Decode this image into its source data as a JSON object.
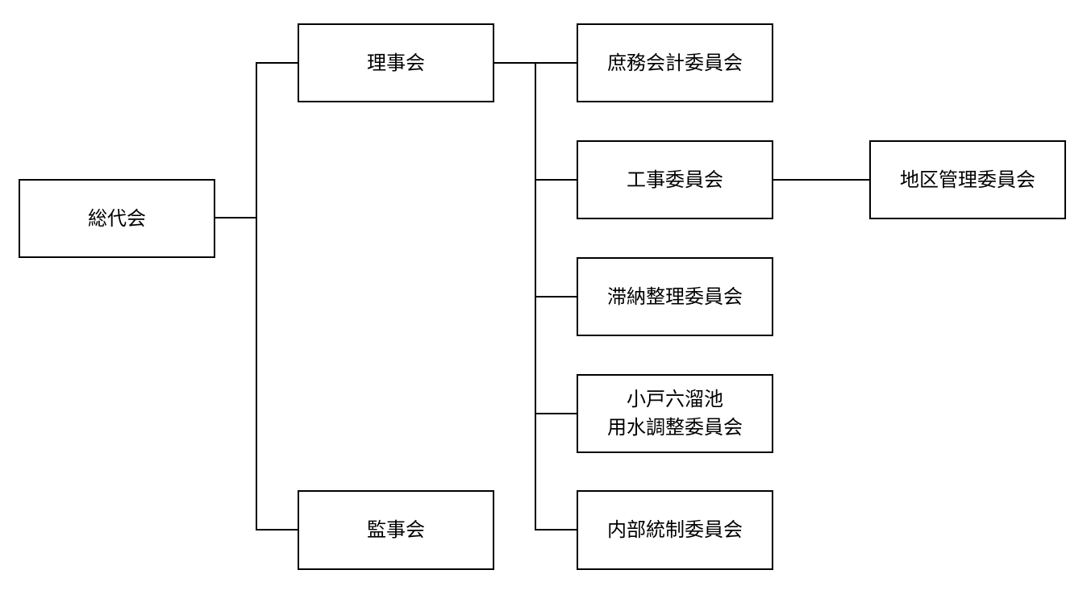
{
  "org_chart": {
    "general_assembly": "総代会",
    "board": "理事会",
    "auditors": "監事会",
    "committees": {
      "general_accounting": "庶務会計委員会",
      "construction": "工事委員会",
      "delinquency": "滞納整理委員会",
      "water_line1": "小戸六溜池",
      "water_line2": "用水調整委員会",
      "internal_control": "内部統制委員会"
    },
    "district_management": "地区管理委員会"
  }
}
